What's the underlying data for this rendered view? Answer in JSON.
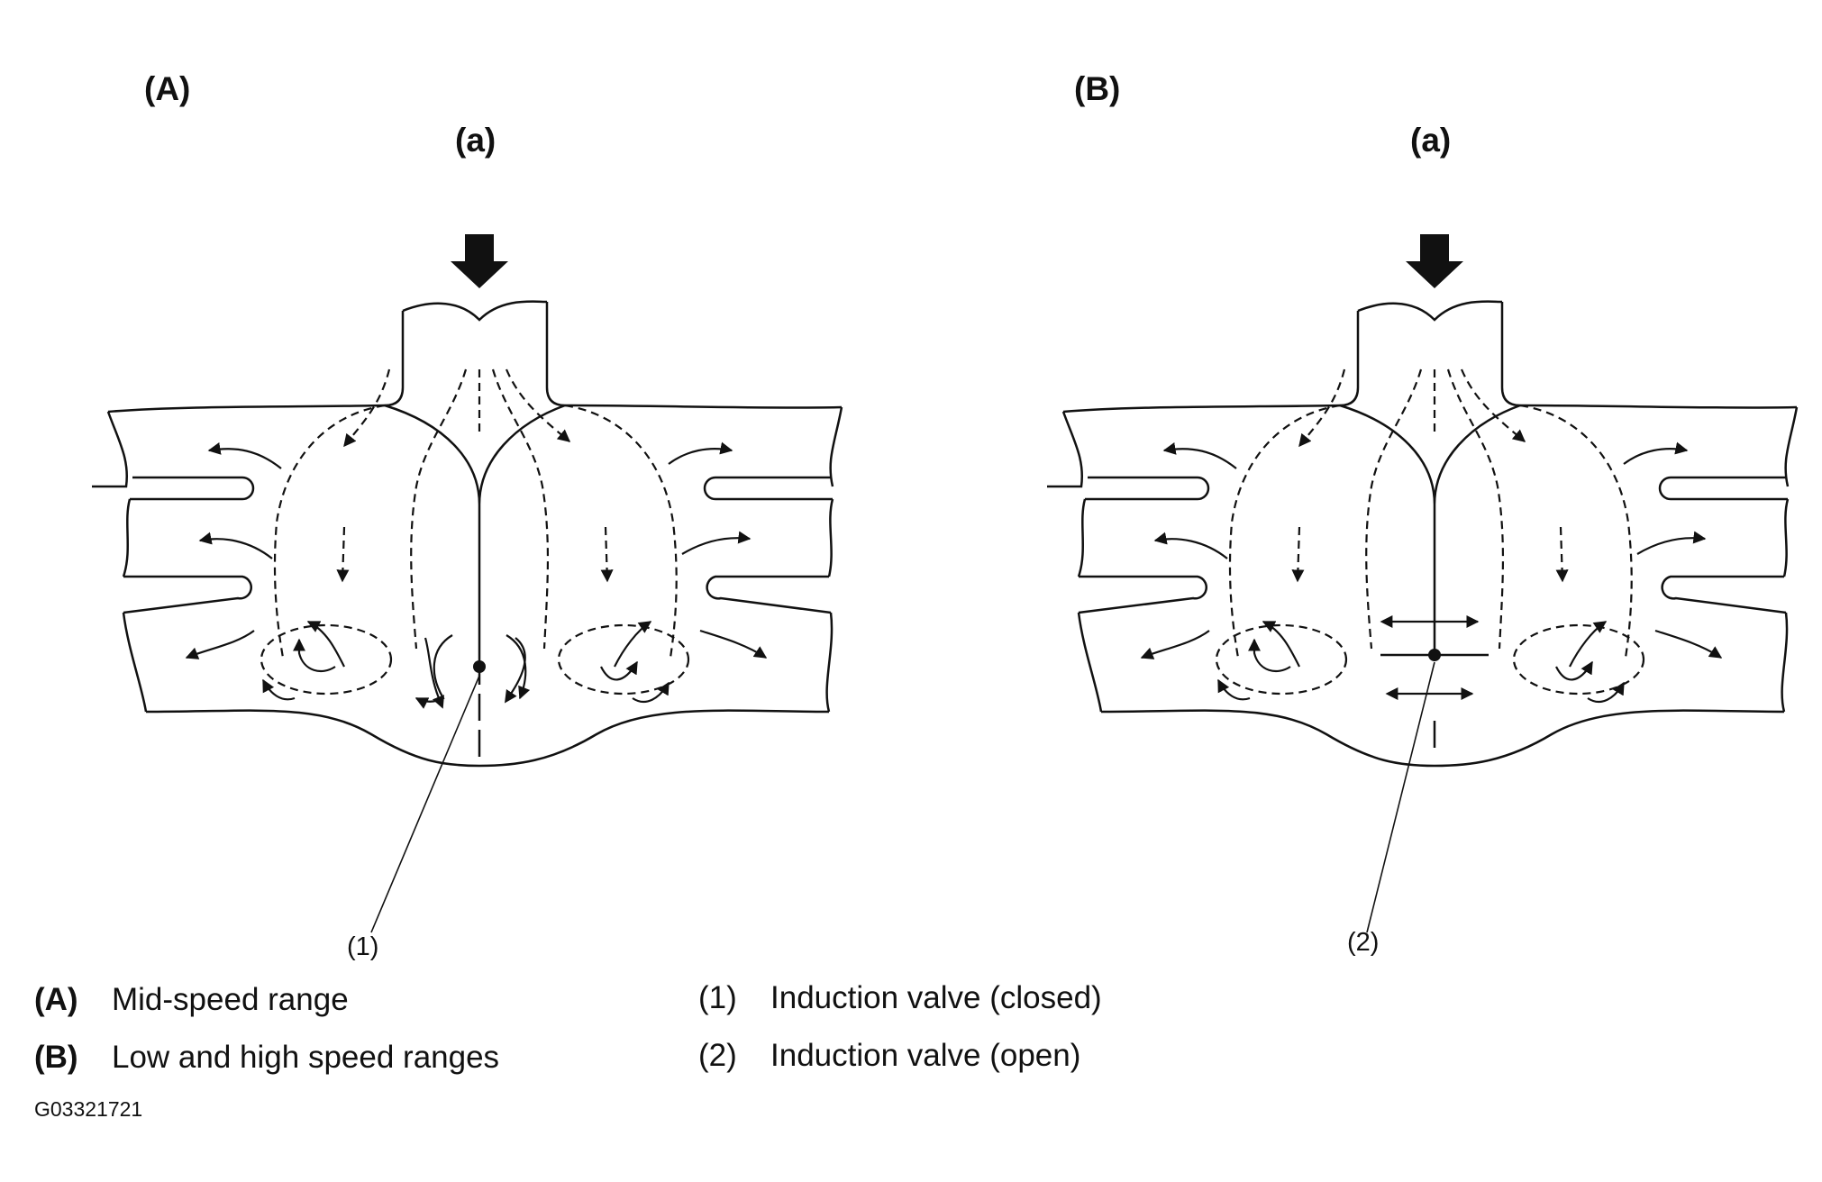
{
  "panels": [
    {
      "label": "(A)",
      "inlet_label": "(a)",
      "callout": "(1)"
    },
    {
      "label": "(B)",
      "inlet_label": "(a)",
      "callout": "(2)"
    }
  ],
  "legend": [
    {
      "key": "(A)",
      "text": "Mid-speed range"
    },
    {
      "key": "(B)",
      "text": "Low and high speed ranges"
    },
    {
      "key": "(1)",
      "text": "Induction valve (closed)"
    },
    {
      "key": "(2)",
      "text": "Induction valve (open)"
    }
  ],
  "figure_id": "G03321721"
}
